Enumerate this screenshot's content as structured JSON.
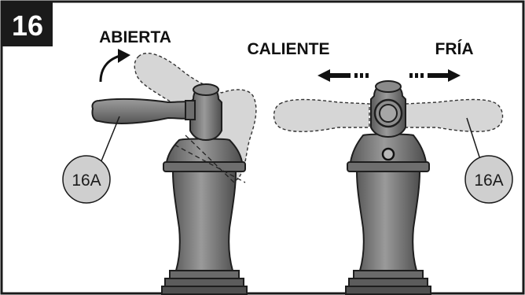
{
  "step_number": "16",
  "labels": {
    "open": "ABIERTA",
    "hot": "CALIENTE",
    "cold": "FRÍA"
  },
  "callouts": {
    "left": "16A",
    "right": "16A"
  },
  "colors": {
    "frame": "#1a1a1a",
    "step_bg": "#1a1a1a",
    "faucet_fill": "#7a7a7a",
    "faucet_stroke": "#1e1e1e",
    "ghost_fill": "#d6d6d6",
    "callout_fill": "#cfcfcf"
  }
}
